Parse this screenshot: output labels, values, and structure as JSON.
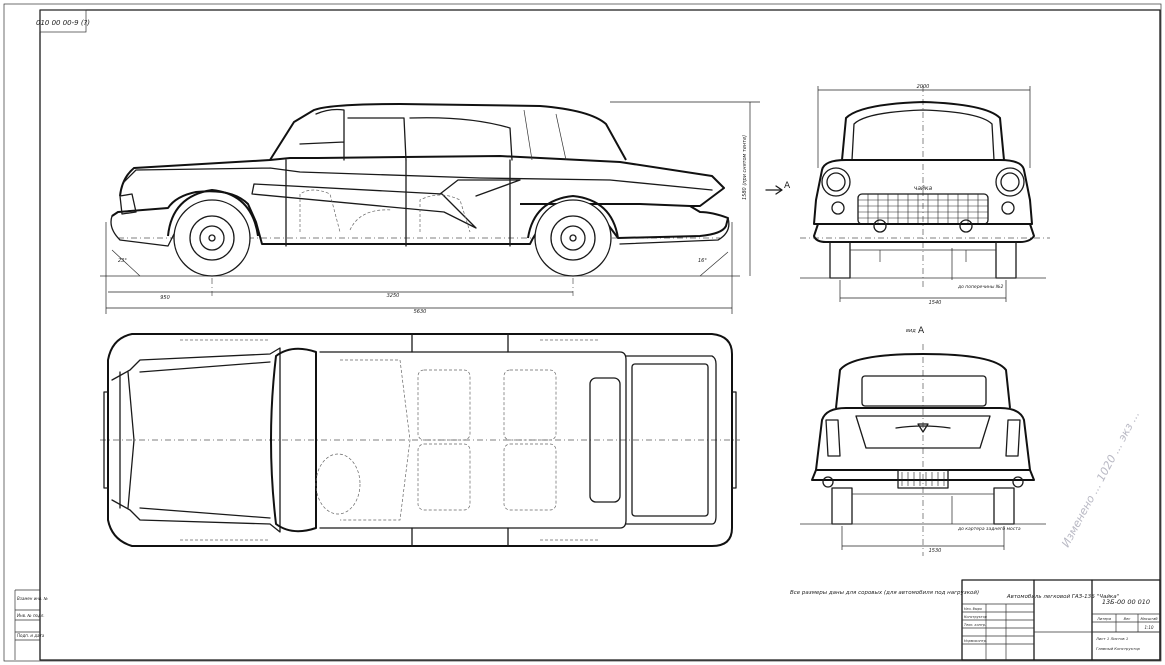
{
  "drawing": {
    "frame_code": "010 00 00-9 (?)",
    "view_label_a": "А",
    "view_caption": "вид А",
    "dimensions": {
      "front_overhang": "950",
      "wheelbase": "3250",
      "overall_length": "5630",
      "height": "1580 (при снятом тенте)",
      "angle_front": "23°",
      "angle_rear": "16°",
      "overall_width": "2000",
      "front_track": "1540",
      "rear_track": "1530",
      "front_clearance_note": "до поперечины №2",
      "rear_clearance_note": "до картера заднего моста"
    },
    "note": "Все размеры даны для соровых (для автомобиля под нагрузкой)",
    "badge": "чайка",
    "title_block": {
      "name": "Автомобиль легковой ГАЗ-13Б \"Чайка\"",
      "doc_number": "13Б-00 00 010",
      "col_headers": [
        "Литера",
        "Вес",
        "Масштаб"
      ],
      "scale": "1:10",
      "sheet_info": "Лист 1   Листов 1",
      "org": "Главный Конструктор",
      "rows": [
        "Нач. бюро",
        "Конструктор",
        "Техн. контр.",
        "Нормоконтр."
      ]
    },
    "margin_stamps": [
      "Взамен инв. №",
      "Инв. № подл.",
      "Подп. и дата"
    ],
    "pencil_annotation": "Изменено ... 1020 ... экз ..."
  }
}
